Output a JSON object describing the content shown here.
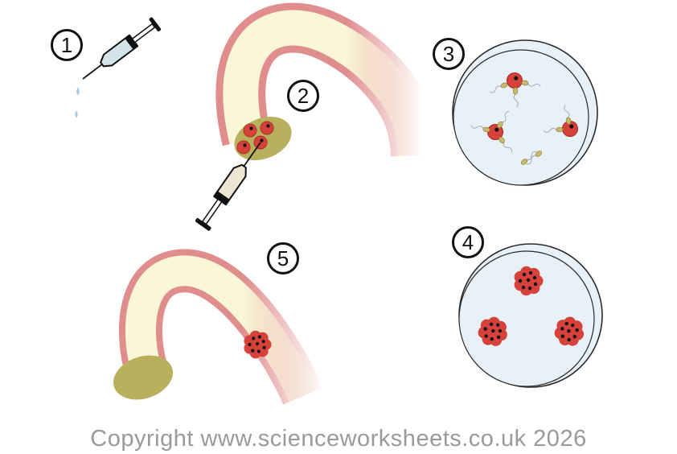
{
  "steps": [
    {
      "number": "1"
    },
    {
      "number": "2"
    },
    {
      "number": "3"
    },
    {
      "number": "4"
    },
    {
      "number": "5"
    }
  ],
  "footer": {
    "copyright": "Copyright www.scienceworksheets.co.uk 2026"
  },
  "colors": {
    "egg_red": "#d6423a",
    "egg_outline": "#ac2d28",
    "cell_dot": "#111111",
    "ovary_olive": "#b9b05e",
    "tube_wall_pink": "#e08d8e",
    "tube_inner_cream": "#faf6d8",
    "dish_fill_blue": "#e9f1f8",
    "dish_outline": "#2a2a2a",
    "sperm_head_olive": "#c9b96a",
    "sperm_outline": "#8d7f40",
    "sperm_tail_gray": "#a9b0ba",
    "syringe1_barrel_blue": "#d2e4e9",
    "syringe2_barrel_cream": "#ece6d3",
    "droplet_blue": "#a9c8dc",
    "ink_black": "#111111",
    "copyright_gray": "#9a9a9a"
  }
}
